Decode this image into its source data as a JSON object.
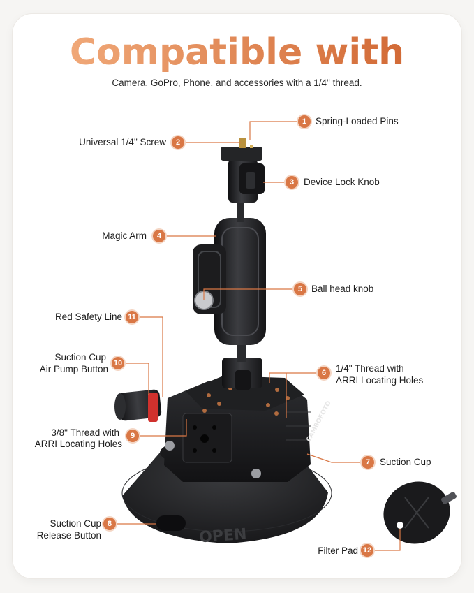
{
  "heading": {
    "title": "Compatible with",
    "subtitle": "Camera, GoPro, Phone, and accessories with a 1/4\" thread."
  },
  "brand": {
    "logo_text": "CAMBOFOTO",
    "base_text": "OPEN"
  },
  "colors": {
    "accent": "#d97745",
    "title_gradient_start": "#f0a878",
    "title_gradient_end": "#d26a36",
    "body_dark": "#1c1c1e",
    "safety_red": "#d0312d"
  },
  "callouts": [
    {
      "number": "1",
      "label": "Spring-Loaded Pins"
    },
    {
      "number": "2",
      "label": "Universal 1/4\" Screw"
    },
    {
      "number": "3",
      "label": "Device Lock Knob"
    },
    {
      "number": "4",
      "label": "Magic Arm"
    },
    {
      "number": "5",
      "label": "Ball head knob"
    },
    {
      "number": "6",
      "label_line1": "1/4\" Thread with",
      "label_line2": "ARRI Locating Holes"
    },
    {
      "number": "7",
      "label": "Suction Cup"
    },
    {
      "number": "8",
      "label_line1": "Suction Cup",
      "label_line2": "Release Button"
    },
    {
      "number": "9",
      "label_line1": "3/8\" Thread with",
      "label_line2": "ARRI Locating Holes"
    },
    {
      "number": "10",
      "label_line1": "Suction Cup",
      "label_line2": "Air Pump Button"
    },
    {
      "number": "11",
      "label": "Red Safety Line"
    },
    {
      "number": "12",
      "label": "Filter Pad"
    }
  ]
}
